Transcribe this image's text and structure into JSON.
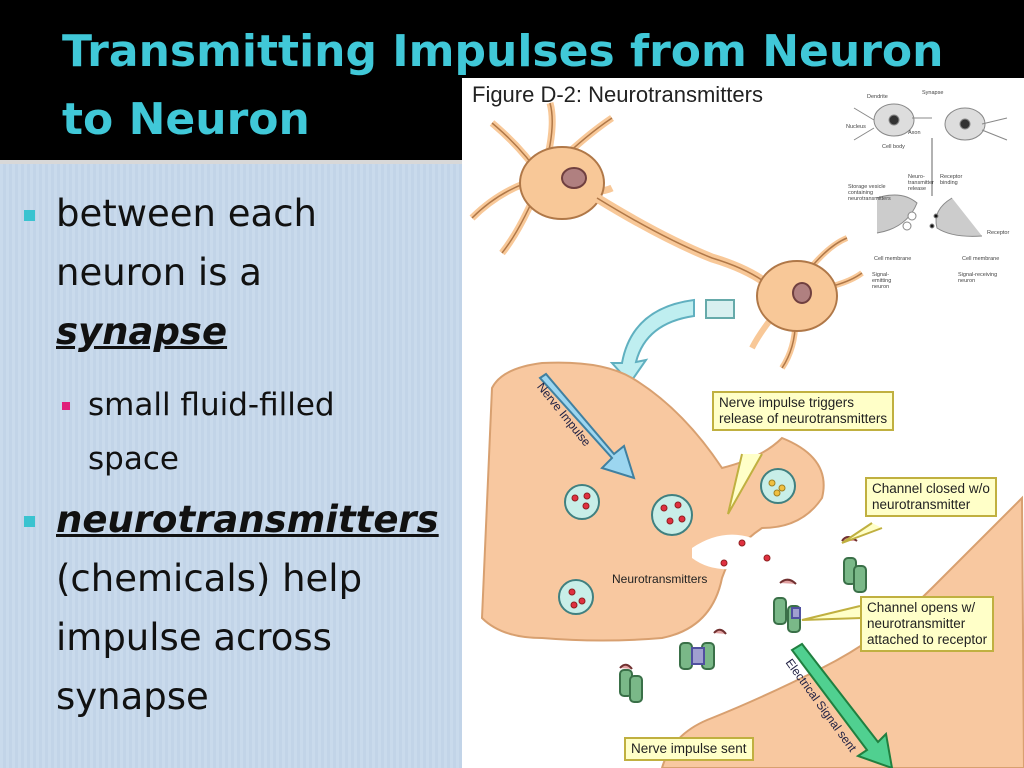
{
  "slide": {
    "title_line1": "Transmitting Impulses from Neuron",
    "title_line2": "to Neuron"
  },
  "bullets": {
    "b1_line1": "between each",
    "b1_line2": "neuron is a",
    "b1_line3": "synapse",
    "sub_line1": "small fluid-filled",
    "sub_line2": "space",
    "b2_term": "neurotransmitters",
    "b2_line2": "(chemicals) help",
    "b2_line3": "impulse across",
    "b2_line4": "synapse"
  },
  "figure": {
    "title": "Figure D-2: Neurotransmitters",
    "nerve_impulse": "Nerve Impulse",
    "callout_triggers": "Nerve impulse triggers\nrelease of neurotransmitters",
    "callout_closed": "Channel closed w/o\nneurotransmitter",
    "callout_opens": "Channel opens w/\nneurotransmitter\nattached to receptor",
    "callout_sent": "Nerve impulse sent",
    "neurotransmitters_label": "Neurotransmitters",
    "electrical_signal": "Electrical Signal sent",
    "inset": {
      "dendrite": "Dendrite",
      "synapse": "Synapse",
      "nucleus": "Nucleus",
      "axon": "Axon",
      "cell_body": "Cell body",
      "storage_vesicle": "Storage vesicle containing neurotransmitters",
      "neuro_release": "Neuro- transmitter release",
      "receptor_binding": "Receptor binding",
      "receptor": "Receptor",
      "cell_membrane_left": "Cell membrane",
      "cell_membrane_right": "Cell membrane",
      "signal_emitting": "Signal-emitting neuron",
      "signal_receiving": "Signal-receiving neuron"
    }
  },
  "colors": {
    "title": "#40c8d8",
    "panel": "#c9daec",
    "bullet_primary": "#3ac3d0",
    "bullet_secondary": "#e0207a",
    "neuron_fill": "#f8c898",
    "synapse_fill": "#f8c8a0"
  }
}
